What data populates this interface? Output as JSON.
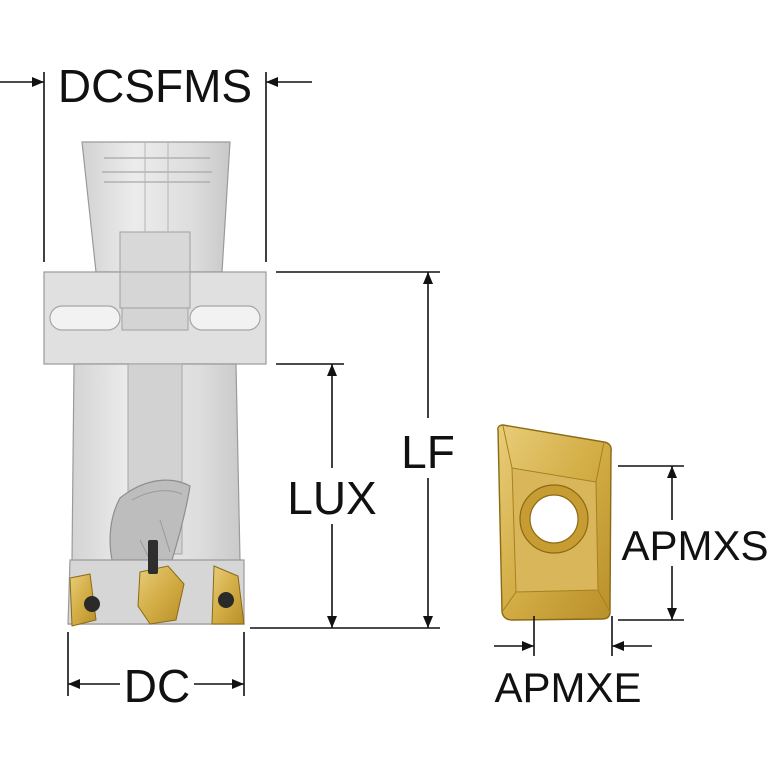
{
  "labels": {
    "dcsfms": "DCSFMS",
    "lf": "LF",
    "lux": "LUX",
    "dc": "DC",
    "apmxs": "APMXS",
    "apmxe": "APMXE"
  },
  "colors": {
    "tool_body": "#dcdcdc",
    "tool_shade": "#c4c4c4",
    "tool_outline": "#9a9a9a",
    "insert_gold": "#d6b24a",
    "insert_gold_light": "#ecd58c",
    "insert_gold_dark": "#a8801e",
    "dimension_ink": "#111111"
  }
}
